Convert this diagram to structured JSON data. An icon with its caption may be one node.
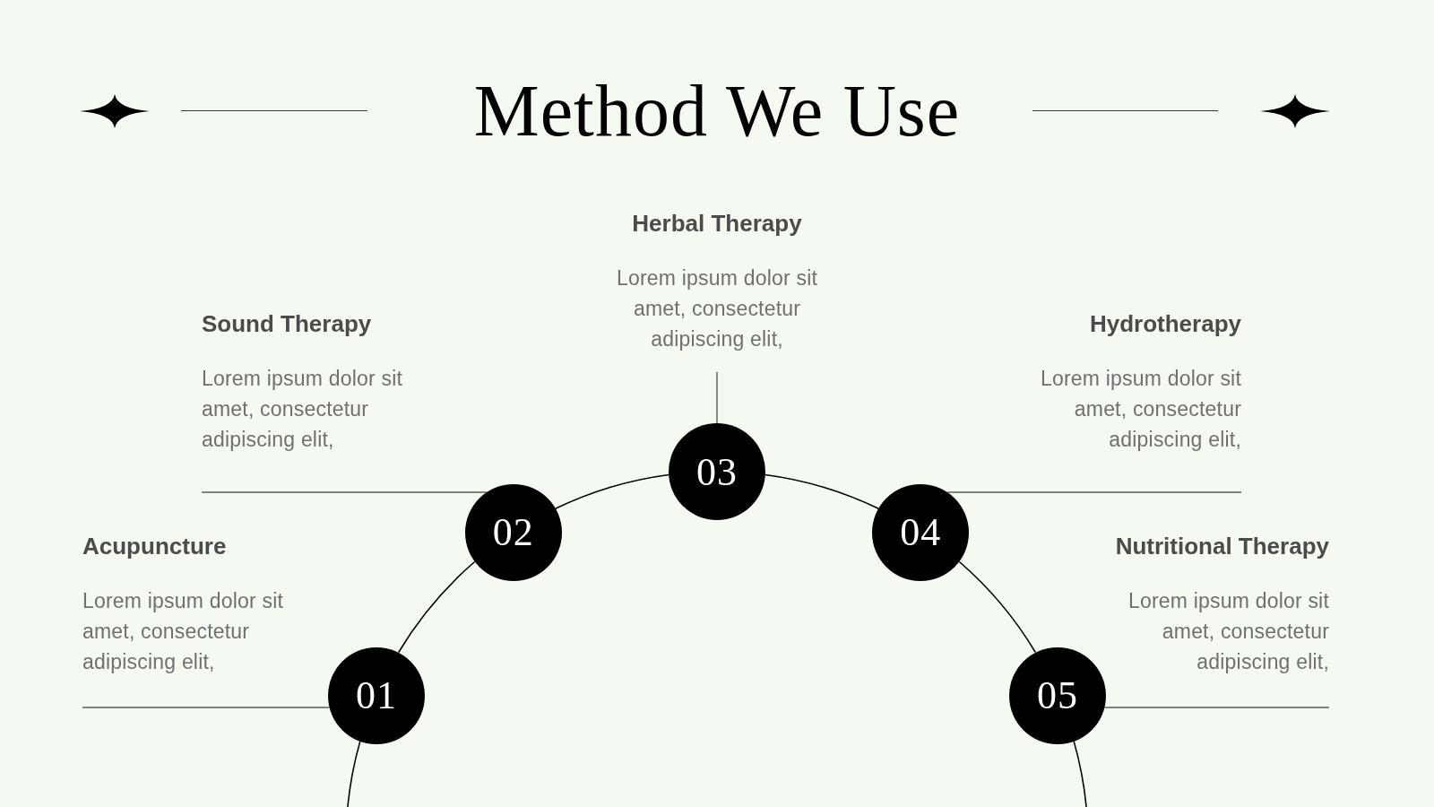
{
  "diagram": {
    "title": "Method We Use",
    "nodes": [
      {
        "text": [
          "01"
        ]
      },
      {
        "text": [
          "02"
        ]
      },
      {
        "text": [
          "03"
        ]
      },
      {
        "text": [
          "04"
        ]
      },
      {
        "text": [
          "05"
        ]
      },
      {
        "text": [
          "Acupuncture",
          "Lorem ipsum dolor sit amet, consectetur adipiscing elit,"
        ]
      },
      {
        "text": [
          "Sound Therapy",
          "Lorem ipsum dolor sit amet, consectetur adipiscing elit,"
        ]
      },
      {
        "text": [
          "Herbal Therapy",
          "Lorem ipsum dolor sit amet, consectetur adipiscing elit,"
        ]
      },
      {
        "text": [
          "Hydrotherapy",
          "Lorem ipsum dolor sit amet, consectetur adipiscing elit,"
        ]
      },
      {
        "text": [
          "Nutritional Therapy",
          "Lorem ipsum dolor sit amet, consectetur adipiscing elit,"
        ]
      }
    ],
    "edges": [
      {
        "from": null,
        "to": 0,
        "arrow": "none"
      },
      {
        "from": 0,
        "to": 1,
        "arrow": "none"
      },
      {
        "from": 1,
        "to": 2,
        "arrow": "none"
      },
      {
        "from": 2,
        "to": 3,
        "arrow": "none"
      },
      {
        "from": 3,
        "to": 4,
        "arrow": "none"
      },
      {
        "from": 4,
        "to": null,
        "arrow": "none"
      },
      {
        "from": 0,
        "to": 5,
        "arrow": "none",
        "color": "#5c5c5c"
      },
      {
        "from": 1,
        "to": 6,
        "arrow": "none",
        "color": "#5c5c5c"
      },
      {
        "from": 2,
        "to": 7,
        "arrow": "none",
        "color": "#5c5c5c"
      },
      {
        "from": 3,
        "to": 8,
        "arrow": "none",
        "color": "#5c5c5c"
      },
      {
        "from": 4,
        "to": 9,
        "arrow": "none",
        "color": "#5c5c5c"
      }
    ]
  }
}
